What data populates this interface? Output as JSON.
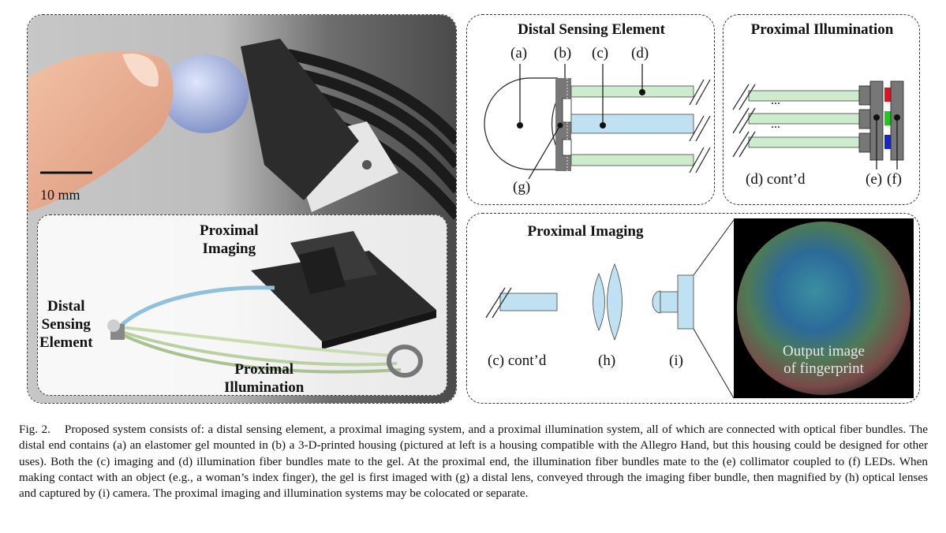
{
  "photo": {
    "scale_bar": "10 mm",
    "inset_labels": {
      "proximal_imaging": [
        "Proximal",
        "Imaging"
      ],
      "distal_sensing": [
        "Distal",
        "Sensing",
        "Element"
      ],
      "proximal_illumination": [
        "Proximal",
        "Illumination"
      ]
    }
  },
  "distal": {
    "title": "Distal Sensing Element",
    "labels": {
      "a": "(a)",
      "b": "(b)",
      "c": "(c)",
      "d": "(d)",
      "g": "(g)"
    }
  },
  "illum": {
    "title": "Proximal Illumination",
    "dots": "...",
    "cont": "(d) cont’d",
    "e": "(e)",
    "f": "(f)",
    "led_colors": [
      "#e0141e",
      "#1ec81e",
      "#1428c8"
    ]
  },
  "imaging": {
    "title": "Proximal Imaging",
    "c_cont": "(c) cont’d",
    "h": "(h)",
    "i": "(i)",
    "output_line1": "Output image",
    "output_line2": "of fingerprint"
  },
  "colors": {
    "fiber_green": "#cdeccd",
    "fiber_blue": "#bfe1f2",
    "housing": "#777777"
  },
  "caption": {
    "lead": "Fig. 2.",
    "text": "Proposed system consists of: a distal sensing element, a proximal imaging system, and a proximal illumination system, all of which are connected with optical fiber bundles. The distal end contains (a) an elastomer gel mounted in (b) a 3-D-printed housing (pictured at left is a housing compatible with the Allegro Hand, but this housing could be designed for other uses). Both the (c) imaging and (d) illumination fiber bundles mate to the gel. At the proximal end, the illumination fiber bundles mate to the (e) collimator coupled to (f) LEDs. When making contact with an object (e.g., a woman’s index finger), the gel is first imaged with (g) a distal lens, conveyed through the imaging fiber bundle, then magnified by (h) optical lenses and captured by (i) camera. The proximal imaging and illumination systems may be colocated or separate."
  }
}
